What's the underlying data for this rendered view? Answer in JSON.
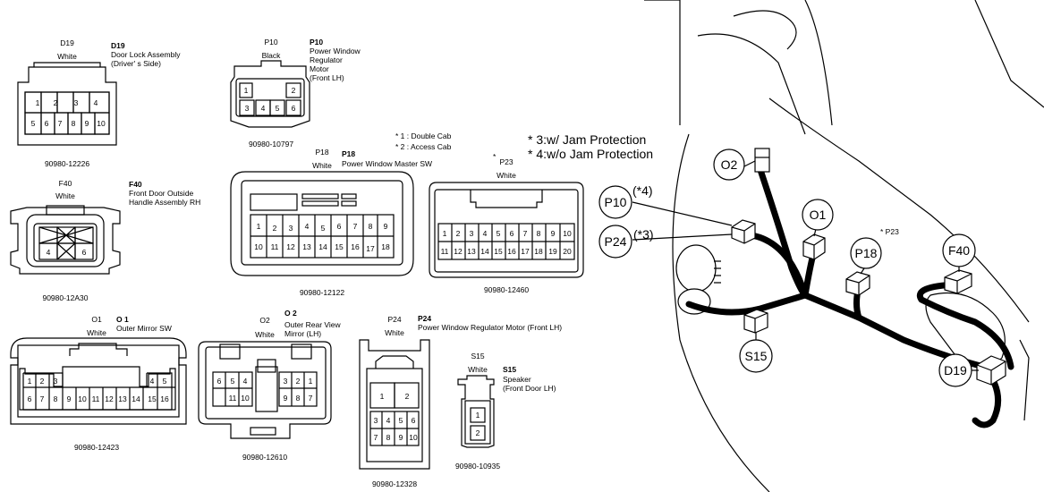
{
  "connectors": {
    "d19": {
      "code": "D19",
      "color": "White",
      "name": "Door Lock Assembly",
      "sub": "(Driver' s Side)",
      "part": "90980-12226",
      "pins": [
        "1",
        "2",
        "3",
        "4",
        "5",
        "6",
        "7",
        "8",
        "9",
        "10"
      ]
    },
    "p10": {
      "code": "P10",
      "color": "Black",
      "name_lines": [
        "Power Window",
        "Regulator",
        "Motor",
        "(Front LH)"
      ],
      "part": "90980-10797",
      "pins": [
        "1",
        "2",
        "3",
        "4",
        "5",
        "6"
      ]
    },
    "f40": {
      "code": "F40",
      "color": "White",
      "name_lines": [
        "Front Door Outside",
        "Handle Assembly RH"
      ],
      "part": "90980-12A30",
      "pins": [
        "4",
        "6"
      ]
    },
    "p18": {
      "code": "P18",
      "color": "White",
      "name": "Power Window Master SW",
      "part": "90980-12122",
      "notes": [
        "* 1 : Double Cab",
        "* 2 : Access Cab"
      ],
      "pins": [
        "1",
        "2",
        "3",
        "4",
        "5",
        "6",
        "7",
        "8",
        "9",
        "10",
        "11",
        "12",
        "13",
        "14",
        "15",
        "16",
        "17",
        "18"
      ]
    },
    "p23": {
      "code": "P23",
      "star": "*",
      "color": "White",
      "part": "90980-12460",
      "pins": [
        "1",
        "2",
        "3",
        "4",
        "5",
        "6",
        "7",
        "8",
        "9",
        "10",
        "11",
        "12",
        "13",
        "14",
        "15",
        "16",
        "17",
        "18",
        "19",
        "20"
      ]
    },
    "o1": {
      "code": "O1",
      "code_bold": "O 1",
      "color": "White",
      "name": "Outer Mirror SW",
      "part": "90980-12423",
      "pins": [
        "1",
        "2",
        "3",
        "4",
        "5",
        "6",
        "7",
        "8",
        "9",
        "10",
        "11",
        "12",
        "13",
        "14",
        "15",
        "16"
      ]
    },
    "o2": {
      "code": "O2",
      "code_bold": "O 2",
      "color": "White",
      "name_lines": [
        "Outer Rear View",
        "Mirror (LH)"
      ],
      "part": "90980-12610",
      "pins": [
        "1",
        "2",
        "3",
        "4",
        "5",
        "6",
        "7",
        "8",
        "9",
        "10",
        "11"
      ]
    },
    "p24": {
      "code": "P24",
      "color": "White",
      "name": "Power Window Regulator Motor (Front LH)",
      "part": "90980-12328",
      "pins": [
        "1",
        "2",
        "3",
        "4",
        "5",
        "6",
        "7",
        "8",
        "9",
        "10"
      ]
    },
    "s15": {
      "code": "S15",
      "color": "White",
      "name_lines": [
        "Speaker",
        "(Front Door LH)"
      ],
      "part": "90980-10935",
      "pins": [
        "1",
        "2"
      ]
    }
  },
  "legend": {
    "line1": "* 3:w/ Jam Protection",
    "line2": "* 4:w/o Jam Protection"
  },
  "location": {
    "o2": "O2",
    "p10": "P10",
    "p10_note": "(*4)",
    "p24": "P24",
    "p24_note": "(*3)",
    "o1": "O1",
    "p23_note": "* P23",
    "p18": "P18",
    "f40": "F40",
    "s15": "S15",
    "d19": "D19"
  }
}
